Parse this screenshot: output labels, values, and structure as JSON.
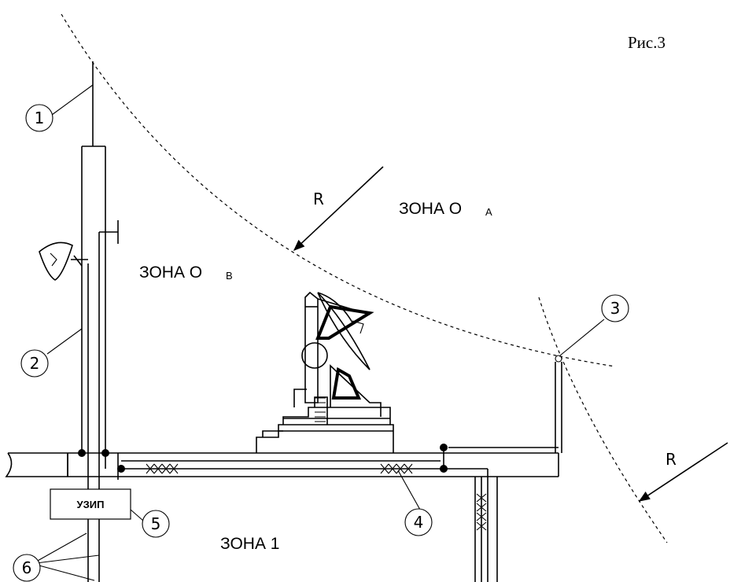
{
  "figure_label": "Рис.3",
  "zones": {
    "zone_a": {
      "main": "ЗОНА О",
      "sub": "А"
    },
    "zone_b": {
      "main": "ЗОНА О",
      "sub": "В"
    },
    "zone_1": "ЗОНА 1"
  },
  "radius_label": "R",
  "device_box": "УЗИП",
  "callouts": [
    "1",
    "2",
    "3",
    "4",
    "5",
    "6"
  ]
}
